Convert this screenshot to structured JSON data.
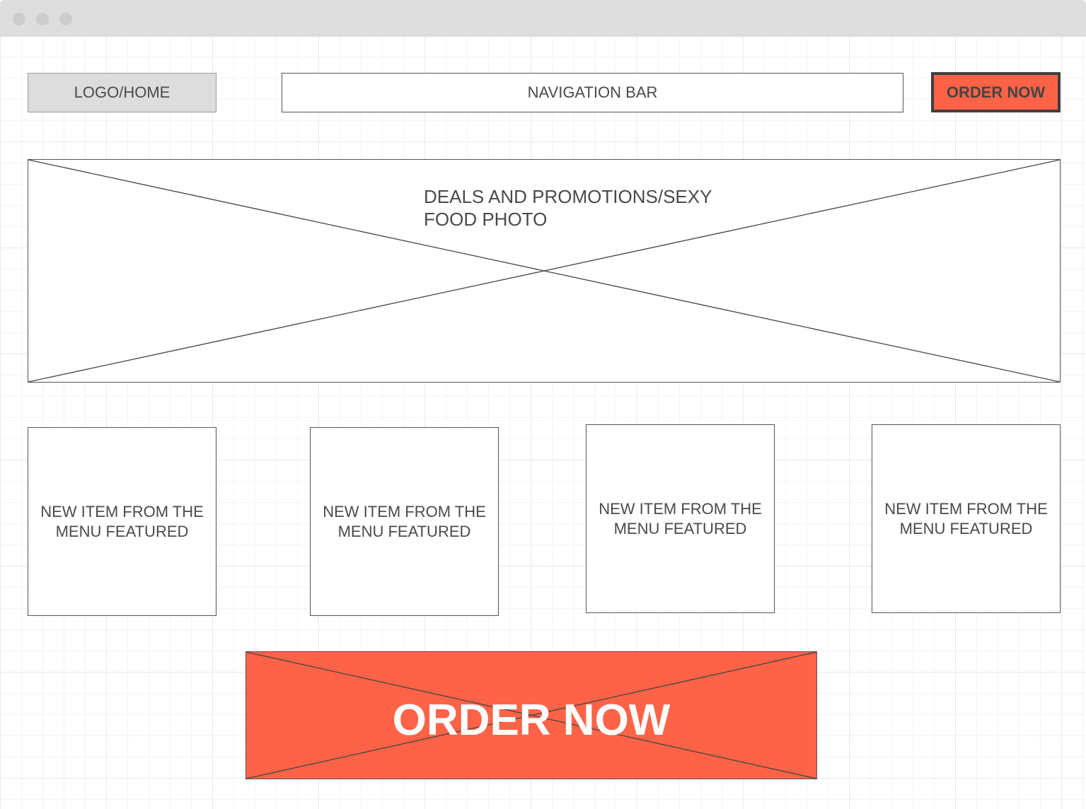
{
  "header": {
    "logo_label": "LOGO/HOME",
    "nav_label": "NAVIGATION BAR",
    "order_label": "ORDER NOW"
  },
  "hero": {
    "label": "DEALS AND PROMOTIONS/SEXY FOOD PHOTO"
  },
  "featured": {
    "items": [
      {
        "label": "NEW ITEM FROM THE MENU FEATURED"
      },
      {
        "label": "NEW ITEM FROM THE MENU FEATURED"
      },
      {
        "label": "NEW ITEM FROM THE MENU FEATURED"
      },
      {
        "label": "NEW ITEM FROM THE MENU FEATURED"
      }
    ]
  },
  "cta": {
    "label": "ORDER NOW"
  },
  "colors": {
    "accent": "#ff6347",
    "placeholder_gray": "#dddddd",
    "border": "#555555",
    "text": "#4a4a4a"
  }
}
